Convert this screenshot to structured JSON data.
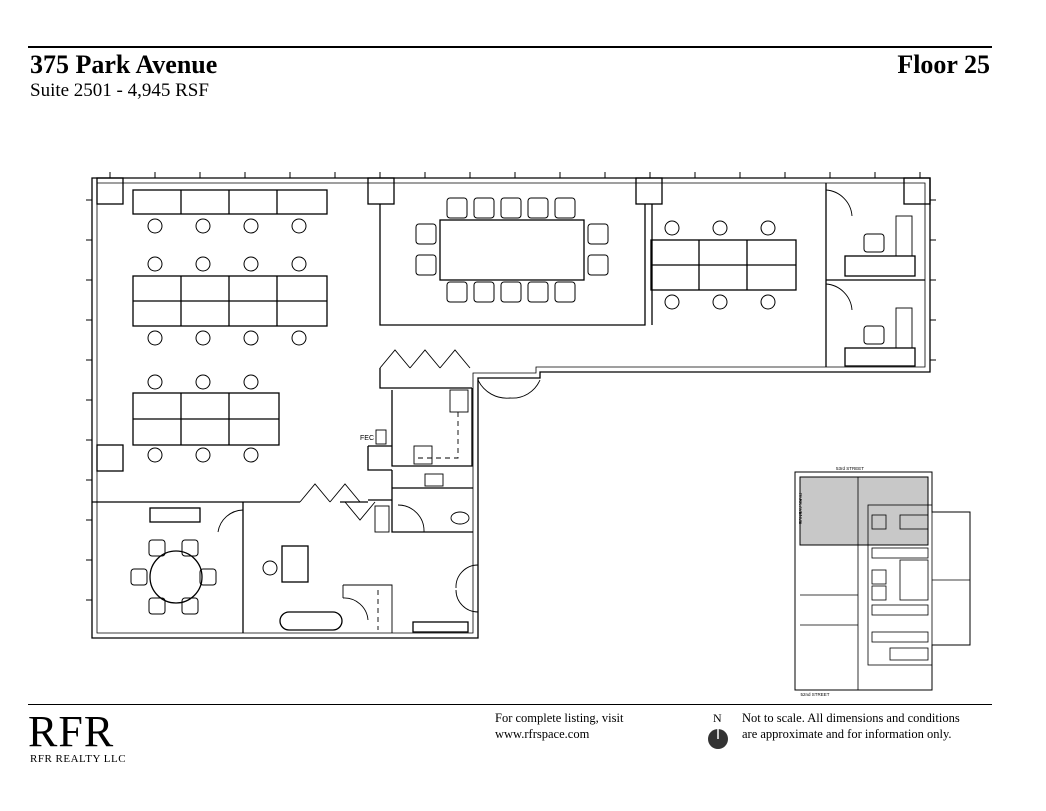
{
  "header": {
    "title": "375 Park Avenue",
    "subtitle": "Suite 2501 - 4,945 RSF",
    "floor": "Floor 25"
  },
  "plan": {
    "fec_label": "FEC"
  },
  "keyplan": {
    "street_top": "53rd STREET",
    "street_bottom": "52nd STREET",
    "avenue": "PARK AVENUE"
  },
  "footer": {
    "logo": "RFR",
    "company": "RFR REALTY LLC",
    "listing_line1": "For complete listing, visit",
    "listing_line2": "www.rfrspace.com",
    "north": "N",
    "disclaimer_line1": "Not to scale. All dimensions and conditions",
    "disclaimer_line2": "are approximate and for information only."
  }
}
